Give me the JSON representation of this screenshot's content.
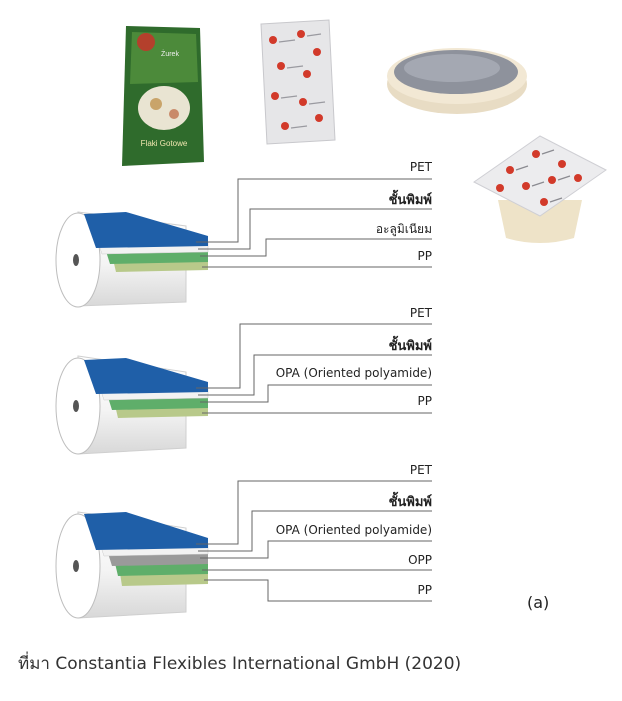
{
  "photos": {
    "pouch_text_top": "Żurek",
    "pouch_text_bottom": "Flaki Gotowe"
  },
  "rolls": [
    {
      "layers": [
        "PET",
        "ชั้นพิมพ์",
        "อะลูมิเนียม",
        "PP"
      ]
    },
    {
      "layers": [
        "PET",
        "ชั้นพิมพ์",
        "OPA (Oriented polyamide)",
        "PP"
      ]
    },
    {
      "layers": [
        "PET",
        "ชั้นพิมพ์",
        "OPA (Oriented polyamide)",
        "OPP",
        "PP"
      ]
    }
  ],
  "panel_label": "(a)",
  "caption": "ที่มา Constantia Flexibles International GmbH (2020)",
  "colors": {
    "pet_blue": "#1f5fa8",
    "print_white": "#f2f2f2",
    "green_light": "#8fcf8f",
    "green_dark": "#5fae6a",
    "opp_gray": "#9a9a9a",
    "pp_olive": "#b8c98a",
    "leader": "#666666"
  }
}
